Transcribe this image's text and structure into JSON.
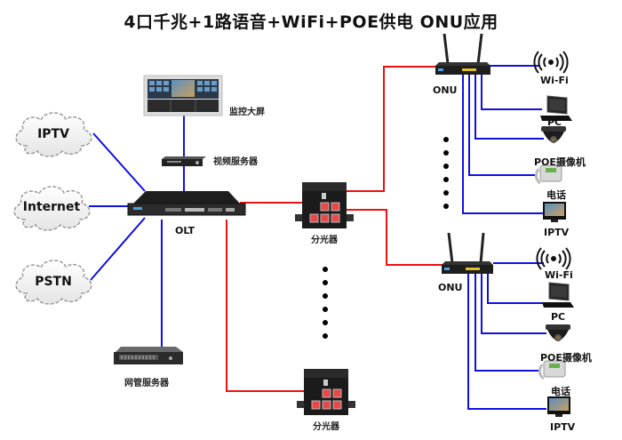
{
  "title": "4口千兆+1路语音+WiFi+POE供电 ONU应用",
  "colors": {
    "copper_line": "#1010e0",
    "fiber_line": "#ee1111",
    "device_dark": "#1c1c1c",
    "splitter_port": "#e84848"
  },
  "clouds": [
    {
      "id": "iptv",
      "label": "IPTV",
      "icon": "cloud-icon"
    },
    {
      "id": "internet",
      "label": "Internet",
      "icon": "cloud-icon"
    },
    {
      "id": "pstn",
      "label": "PSTN",
      "icon": "cloud-icon"
    }
  ],
  "core": {
    "monitor_wall": {
      "label": "监控大屏",
      "icon": "video-wall-icon"
    },
    "video_server": {
      "label": "视频服务器",
      "icon": "dvr-icon"
    },
    "olt": {
      "label": "OLT",
      "icon": "rack-switch-icon"
    },
    "nms_server": {
      "label": "网管服务器",
      "icon": "rack-server-icon"
    }
  },
  "splitters": [
    {
      "label": "分光器",
      "icon": "optical-splitter-icon"
    },
    {
      "label": "分光器",
      "icon": "optical-splitter-icon"
    }
  ],
  "onus": [
    {
      "label": "ONU",
      "icon": "router-icon",
      "endpoints": [
        {
          "label": "Wi-Fi",
          "icon": "wifi-icon"
        },
        {
          "label": "PC",
          "icon": "laptop-icon"
        },
        {
          "label": "POE摄像机",
          "icon": "dome-camera-icon"
        },
        {
          "label": "电话",
          "icon": "telephone-icon"
        },
        {
          "label": "IPTV",
          "icon": "tv-icon"
        }
      ]
    },
    {
      "label": "ONU",
      "icon": "router-icon",
      "endpoints": [
        {
          "label": "Wi-Fi",
          "icon": "wifi-icon"
        },
        {
          "label": "PC",
          "icon": "laptop-icon"
        },
        {
          "label": "POE摄像机",
          "icon": "dome-camera-icon"
        },
        {
          "label": "电话",
          "icon": "telephone-icon"
        },
        {
          "label": "IPTV",
          "icon": "tv-icon"
        }
      ]
    }
  ],
  "ellipsis": {
    "splitter_column_dots": 6,
    "onu_column_dots": 6
  }
}
